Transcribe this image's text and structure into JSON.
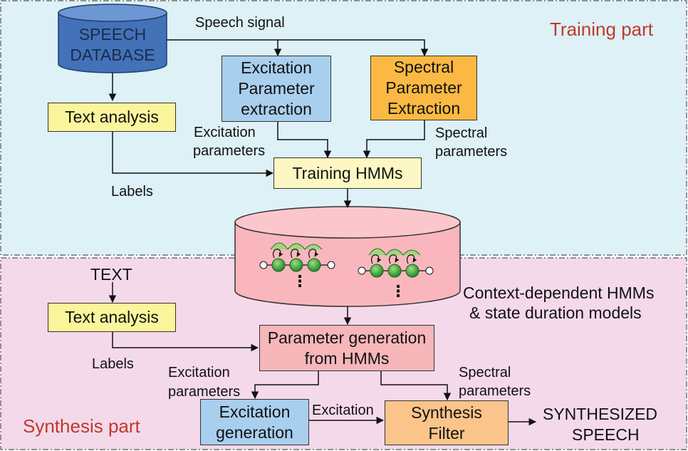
{
  "regions": {
    "training": {
      "title": "Training part",
      "fill": "#ddf1f6",
      "title_color": "#c0392b"
    },
    "synthesis": {
      "title": "Synthesis part",
      "fill": "#f4d9ea",
      "title_color": "#c0392b"
    }
  },
  "database": {
    "label_line1": "SPEECH",
    "label_line2": "DATABASE",
    "fill": "#4372b8"
  },
  "hmm_store": {
    "fill": "#f9b7bd",
    "caption_line1": "Context-dependent HMMs",
    "caption_line2": "& state duration models",
    "ellipsis": "⋮"
  },
  "boxes": {
    "text_analysis_train": {
      "label": "Text analysis",
      "fill": "#fbf59b"
    },
    "excitation_extraction": {
      "line1": "Excitation",
      "line2": "Parameter",
      "line3": "extraction",
      "fill": "#a9cfee"
    },
    "spectral_extraction": {
      "line1": "Spectral",
      "line2": "Parameter",
      "line3": "Extraction",
      "fill": "#fbb943"
    },
    "training_hmms": {
      "label": "Training HMMs",
      "fill": "#fcf7c3"
    },
    "text_analysis_synth": {
      "label": "Text analysis",
      "fill": "#fbf59b"
    },
    "parameter_generation": {
      "line1": "Parameter generation",
      "line2": "from HMMs",
      "fill": "#f6b6ba"
    },
    "excitation_generation": {
      "line1": "Excitation",
      "line2": "generation",
      "fill": "#a9cfee"
    },
    "synthesis_filter": {
      "line1": "Synthesis",
      "line2": "Filter",
      "fill": "#fbc48a"
    }
  },
  "edge_labels": {
    "speech_signal": "Speech signal",
    "excitation_params_train_1": "Excitation",
    "excitation_params_train_2": "parameters",
    "spectral_params_train_1": "Spectral",
    "spectral_params_train_2": "parameters",
    "labels_train": "Labels",
    "text_input": "TEXT",
    "labels_synth": "Labels",
    "excitation_params_synth_1": "Excitation",
    "excitation_params_synth_2": "parameters",
    "spectral_params_synth_1": "Spectral",
    "spectral_params_synth_2": "parameters",
    "excitation": "Excitation",
    "output_1": "SYNTHESIZED",
    "output_2": "SPEECH"
  }
}
